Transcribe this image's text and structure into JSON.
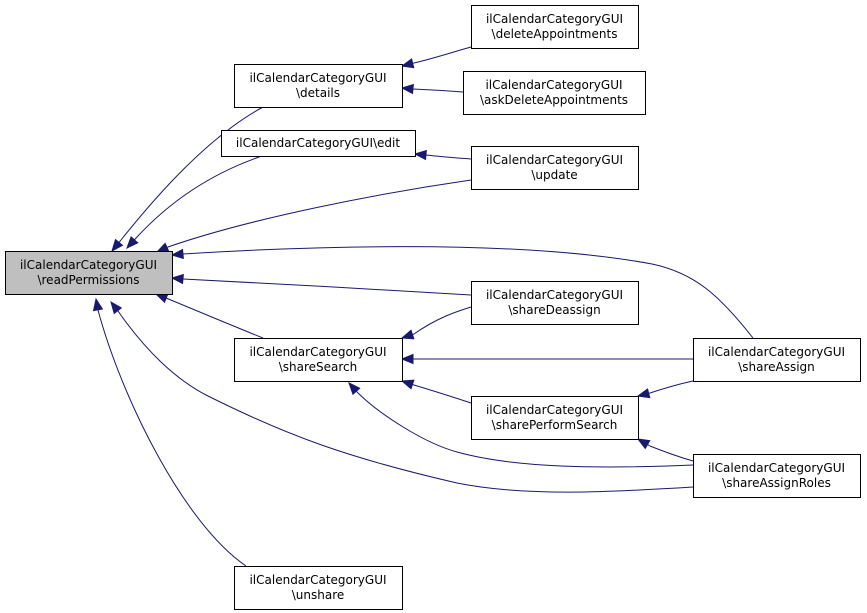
{
  "nodes": {
    "readPermissions": [
      "ilCalendarCategoryGUI",
      "\\readPermissions"
    ],
    "details": [
      "ilCalendarCategoryGUI",
      "\\details"
    ],
    "edit": [
      "ilCalendarCategoryGUI\\edit"
    ],
    "shareSearch": [
      "ilCalendarCategoryGUI",
      "\\shareSearch"
    ],
    "unshare": [
      "ilCalendarCategoryGUI",
      "\\unshare"
    ],
    "deleteAppointments": [
      "ilCalendarCategoryGUI",
      "\\deleteAppointments"
    ],
    "askDeleteAppointments": [
      "ilCalendarCategoryGUI",
      "\\askDeleteAppointments"
    ],
    "update": [
      "ilCalendarCategoryGUI",
      "\\update"
    ],
    "shareDeassign": [
      "ilCalendarCategoryGUI",
      "\\shareDeassign"
    ],
    "sharePerformSearch": [
      "ilCalendarCategoryGUI",
      "\\sharePerformSearch"
    ],
    "shareAssign": [
      "ilCalendarCategoryGUI",
      "\\shareAssign"
    ],
    "shareAssignRoles": [
      "ilCalendarCategoryGUI",
      "\\shareAssignRoles"
    ]
  },
  "edges": [
    [
      "details",
      "readPermissions"
    ],
    [
      "edit",
      "readPermissions"
    ],
    [
      "update",
      "readPermissions"
    ],
    [
      "shareAssign",
      "readPermissions"
    ],
    [
      "shareDeassign",
      "readPermissions"
    ],
    [
      "shareSearch",
      "readPermissions"
    ],
    [
      "shareAssignRoles",
      "readPermissions"
    ],
    [
      "unshare",
      "readPermissions"
    ],
    [
      "deleteAppointments",
      "details"
    ],
    [
      "askDeleteAppointments",
      "details"
    ],
    [
      "update",
      "edit"
    ],
    [
      "shareDeassign",
      "shareSearch"
    ],
    [
      "shareAssign",
      "shareSearch"
    ],
    [
      "sharePerformSearch",
      "shareSearch"
    ],
    [
      "shareAssignRoles",
      "shareSearch"
    ],
    [
      "shareAssign",
      "sharePerformSearch"
    ],
    [
      "shareAssignRoles",
      "sharePerformSearch"
    ]
  ],
  "colors": {
    "edge": "#191970",
    "focus_fill": "#bfbfbf",
    "node_fill": "#ffffff"
  }
}
